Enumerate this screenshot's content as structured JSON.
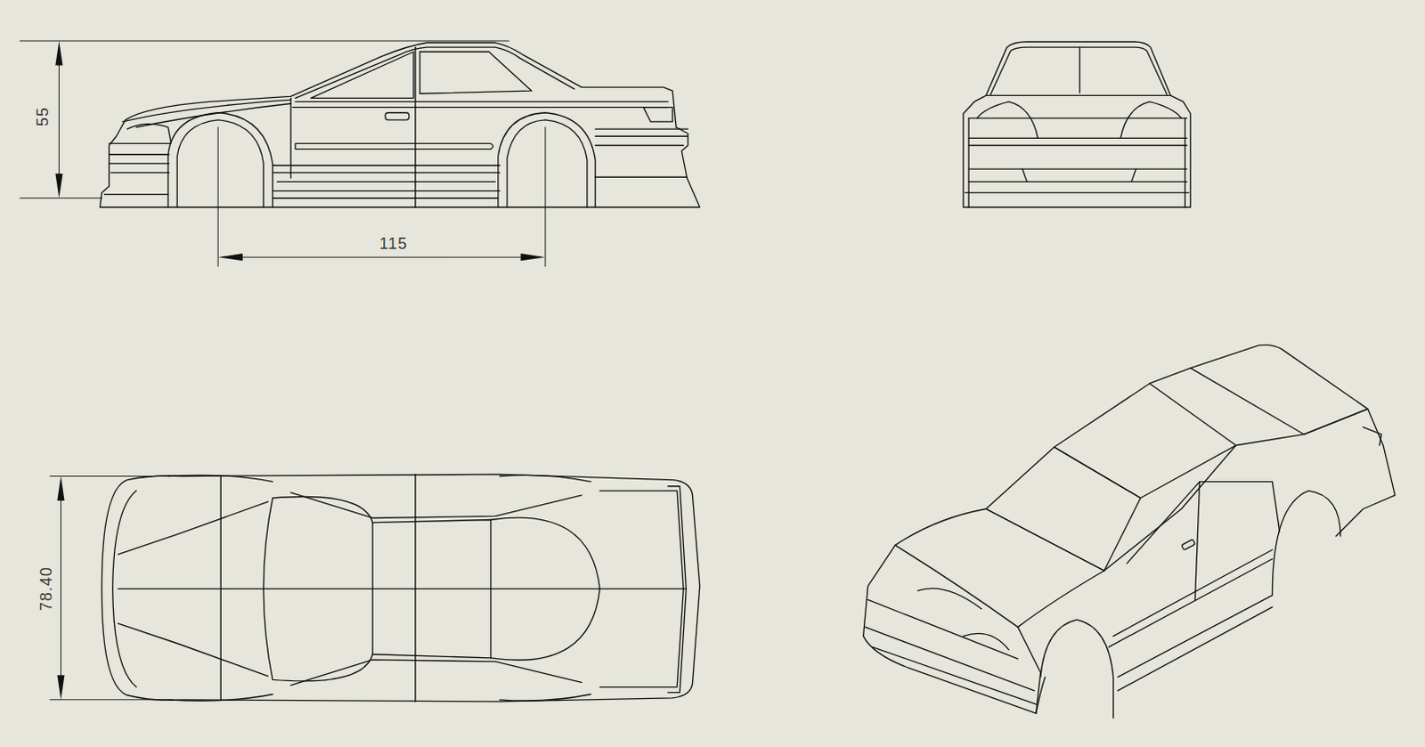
{
  "diagram": {
    "labels": [
      "55",
      "115",
      "78.40"
    ]
  }
}
